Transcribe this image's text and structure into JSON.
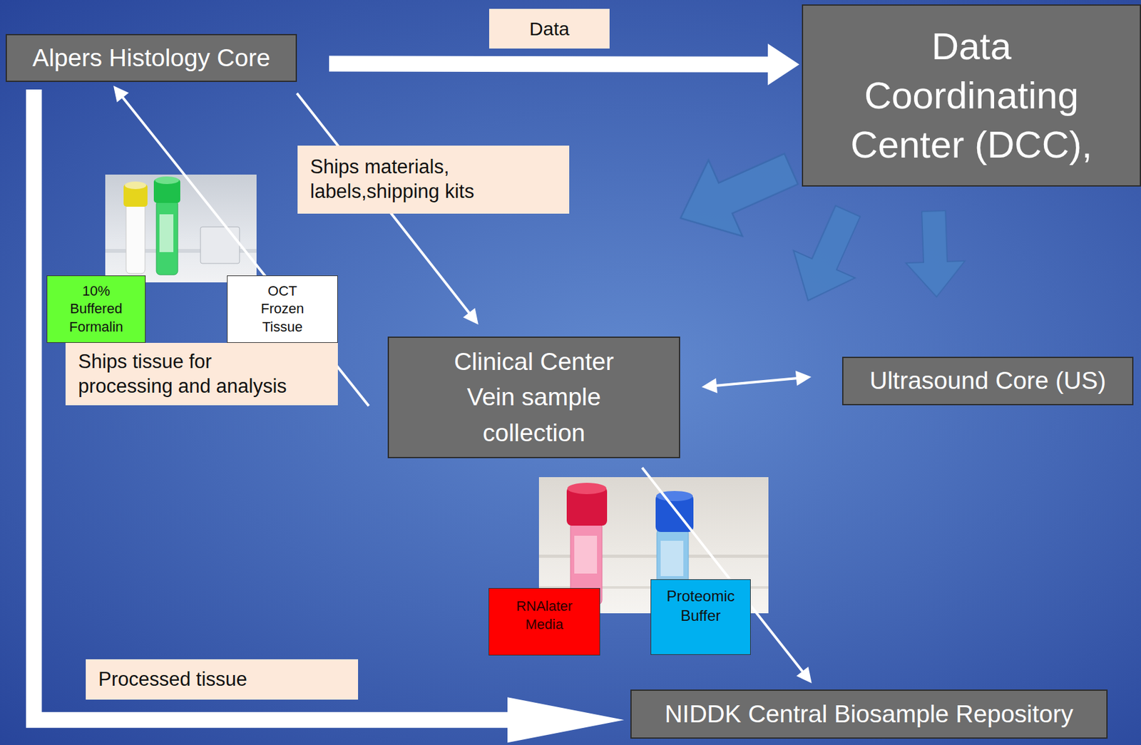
{
  "diagram": {
    "nodes": [
      {
        "text": [
          "Alpers Histology Core"
        ]
      },
      {
        "text": [
          "Data Coordinating Center (DCC),"
        ]
      },
      {
        "text": [
          "10% Buffered Formalin"
        ]
      },
      {
        "text": [
          "OCT Frozen Tissue"
        ]
      },
      {
        "text": [
          "Clinical Center Vein sample collection"
        ]
      },
      {
        "text": [
          "Ultrasound Core (US)"
        ]
      },
      {
        "text": [
          "RNAlater Media"
        ]
      },
      {
        "text": [
          "Proteomic Buffer"
        ]
      },
      {
        "text": [
          "NIDDK Central Biosample Repository"
        ]
      }
    ],
    "edges": [
      {
        "from": 0,
        "to": 1,
        "label": "Data",
        "arrow": "to"
      },
      {
        "from": 0,
        "to": 4,
        "label": "Ships materials, labels,shipping kits",
        "arrow": "to"
      },
      {
        "from": 4,
        "to": 0,
        "label": "Ships tissue for processing and analysis",
        "arrow": "to"
      },
      {
        "from": 4,
        "to": 5,
        "arrow": "both"
      },
      {
        "from": 0,
        "to": 8,
        "label": "Processed tissue",
        "arrow": "to"
      },
      {
        "from": 4,
        "to": 8,
        "arrow": "to"
      }
    ]
  }
}
